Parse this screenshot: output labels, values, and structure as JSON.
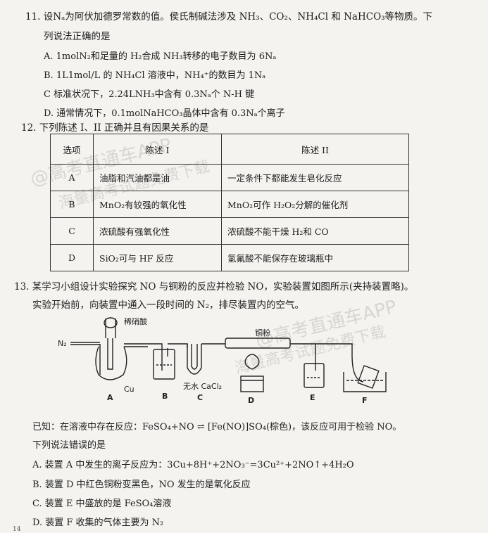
{
  "q11": {
    "stem_line1": "11. 设Nₐ为阿伏加德罗常数的值。侯氏制碱法涉及 NH₃、CO₂、NH₄Cl 和 NaHCO₃等物质。下",
    "stem_line2": "列说法正确的是",
    "opt_a": "A. 1molN₂和足量的 H₂合成 NH₃转移的电子数目为 6Nₐ",
    "opt_b": "B. 1L1mol/L 的 NH₄Cl 溶液中，NH₄⁺的数目为 1Nₐ",
    "opt_c": "C  标准状况下，2.24LNH₃中含有 0.3Nₐ个 N-H 键",
    "opt_d": "D. 通常情况下，0.1molNaHCO₃晶体中含有 0.3Nₐ个离子"
  },
  "q12": {
    "stem": "12. 下列陈述 I、II 正确并且有因果关系的是",
    "headers": [
      "选项",
      "陈述 I",
      "陈述 II"
    ],
    "rows": [
      [
        "A",
        "油脂和汽油都是油",
        "一定条件下都能发生皂化反应"
      ],
      [
        "B",
        "MnO₂有较强的氧化性",
        "MnO₂可作 H₂O₂分解的催化剂"
      ],
      [
        "C",
        "浓硫酸有强氧化性",
        "浓硫酸不能干燥 H₂和 CO"
      ],
      [
        "D",
        "SiO₂可与 HF 反应",
        "氢氟酸不能保存在玻璃瓶中"
      ]
    ]
  },
  "q13": {
    "stem_line1": "13. 某学习小组设计实验探究 NO 与铜粉的反应并检验 NO，实验装置如图所示(夹持装置略)。",
    "stem_line2": "实验开始前，向装置中通入一段时间的 N₂，排尽装置内的空气。",
    "known": "已知：在溶液中存在反应：FeSO₄+NO ⇌ [Fe(NO)]SO₄(棕色)，该反应可用于检验 NO。",
    "ask": "下列说法错误的是",
    "opt_a": "A. 装置 A 中发生的离子反应为：3Cu+8H⁺+2NO₃⁻=3Cu²⁺+2NO↑+4H₂O",
    "opt_b": "B. 装置 D 中红色铜粉变黑色，NO 发生的是氧化反应",
    "opt_c": "C. 装置 E 中盛放的是 FeSO₄溶液",
    "opt_d": "D. 装置 F 收集的气体主要为 N₂"
  },
  "diagram": {
    "label_acid": "稀硝酸",
    "label_n2": "N₂",
    "label_cu": "Cu",
    "label_copper_powder": "铜粉",
    "label_cacl2": "无水 CaCl₂",
    "label_a": "A",
    "label_b": "B",
    "label_c": "C",
    "label_d": "D",
    "label_e": "E",
    "label_f": "F"
  },
  "watermark": {
    "text1": "@高考直通车APP",
    "text2": "海量高考试题免费下载"
  },
  "footer": {
    "page_mark": "14"
  }
}
